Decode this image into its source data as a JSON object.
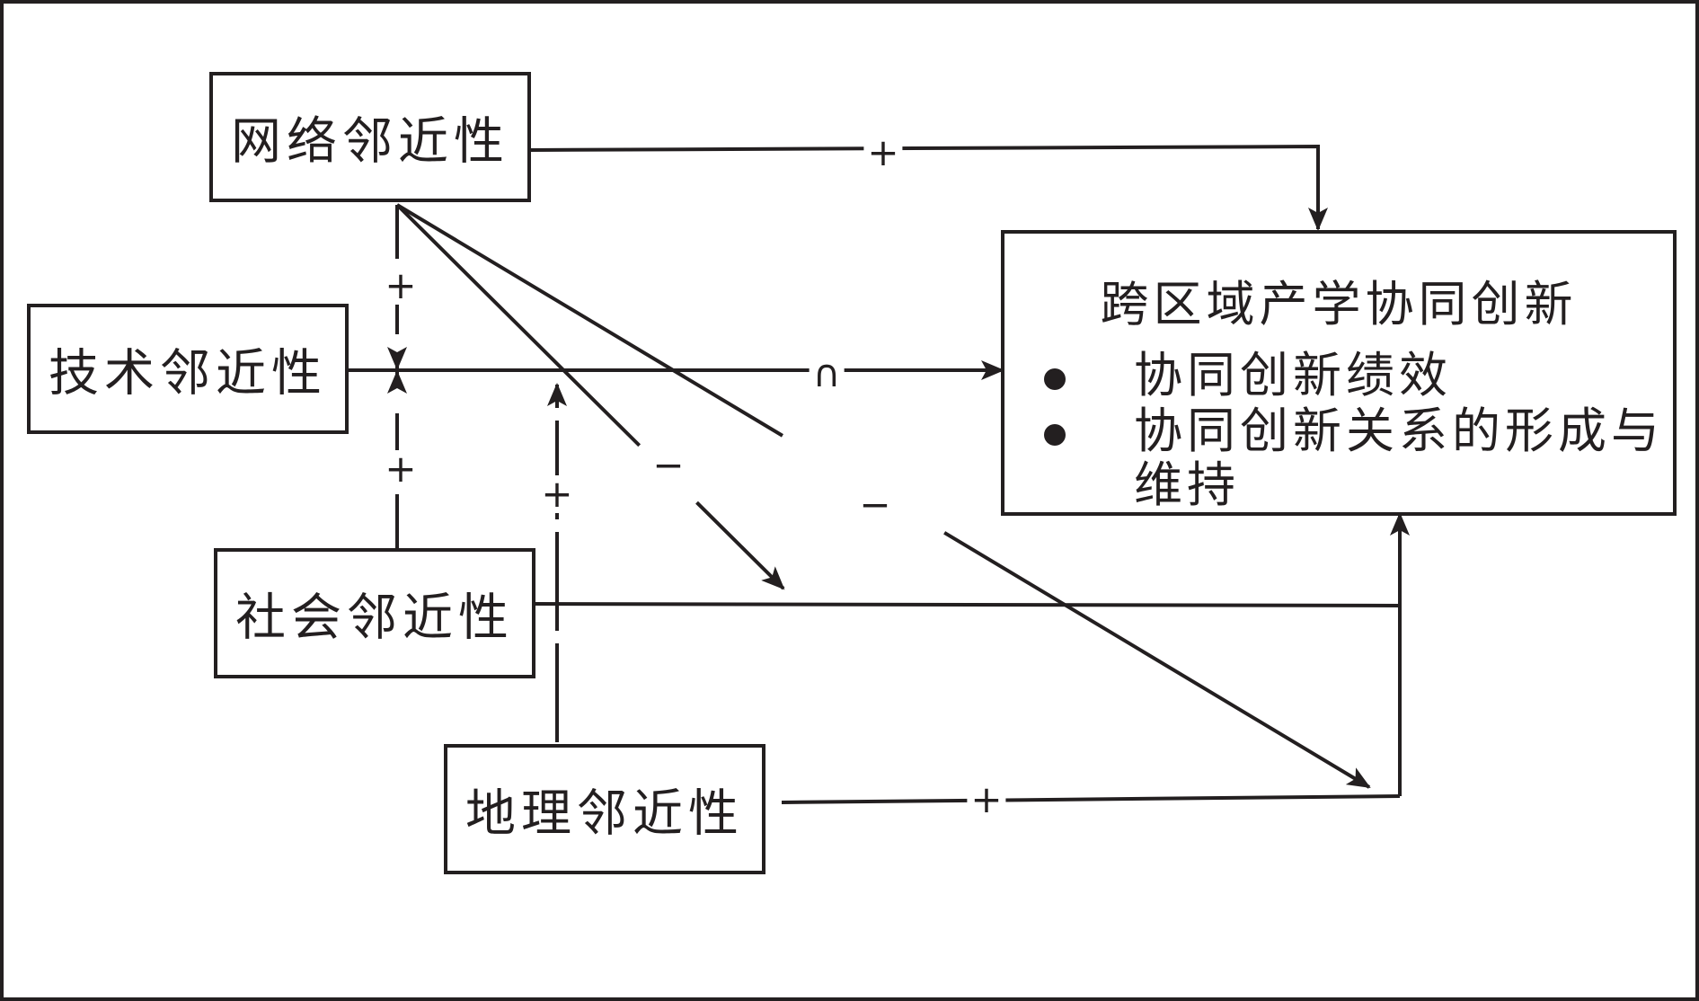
{
  "nodes": {
    "network": "网络邻近性",
    "technology": "技术邻近性",
    "social": "社会邻近性",
    "geographic": "地理邻近性"
  },
  "outcome": {
    "title": "跨区域产学协同创新",
    "bullets": [
      "协同创新绩效",
      "协同创新关系的形成与维持"
    ]
  },
  "signs": {
    "network_outcome": "+",
    "tech_outcome": "∩",
    "network_tech": "+",
    "social_tech": "+",
    "geo_tech": "+",
    "network_social": "−",
    "network_geo": "−",
    "geo_outcome": "+"
  },
  "colors": {
    "ink": "#231f20",
    "background": "#ffffff"
  }
}
